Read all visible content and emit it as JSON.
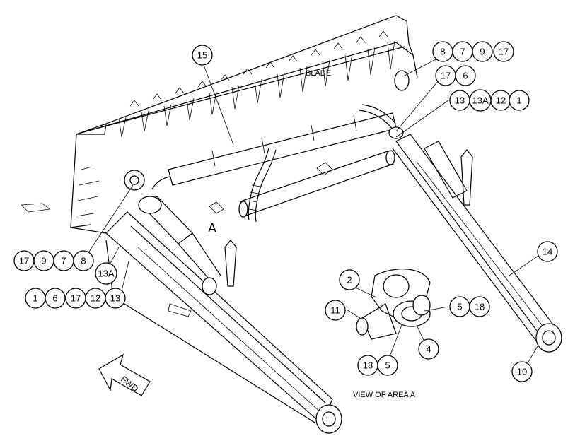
{
  "labels": {
    "blade": "BLADE",
    "view_a": "A",
    "view_caption": "VIEW OF AREA  A",
    "fwd": "FWD"
  },
  "callouts": [
    {
      "id": "c15",
      "text": "15"
    },
    {
      "id": "c8a",
      "text": "8"
    },
    {
      "id": "c7a",
      "text": "7"
    },
    {
      "id": "c9a",
      "text": "9"
    },
    {
      "id": "c17a",
      "text": "17"
    },
    {
      "id": "c17b",
      "text": "17"
    },
    {
      "id": "c6a",
      "text": "6"
    },
    {
      "id": "c13a",
      "text": "13"
    },
    {
      "id": "c13Aa",
      "text": "13A"
    },
    {
      "id": "c12a",
      "text": "12"
    },
    {
      "id": "c1a",
      "text": "1"
    },
    {
      "id": "c14",
      "text": "14"
    },
    {
      "id": "c17c",
      "text": "17"
    },
    {
      "id": "c9b",
      "text": "9"
    },
    {
      "id": "c7b",
      "text": "7"
    },
    {
      "id": "c8b",
      "text": "8"
    },
    {
      "id": "c13Ab",
      "text": "13A"
    },
    {
      "id": "c1b",
      "text": "1"
    },
    {
      "id": "c6b",
      "text": "6"
    },
    {
      "id": "c17d",
      "text": "17"
    },
    {
      "id": "c12b",
      "text": "12"
    },
    {
      "id": "c13b",
      "text": "13"
    },
    {
      "id": "c2",
      "text": "2"
    },
    {
      "id": "c11",
      "text": "11"
    },
    {
      "id": "c5a",
      "text": "5"
    },
    {
      "id": "c18a",
      "text": "18"
    },
    {
      "id": "c4",
      "text": "4"
    },
    {
      "id": "c18b",
      "text": "18"
    },
    {
      "id": "c5b",
      "text": "5"
    },
    {
      "id": "c10",
      "text": "10"
    }
  ]
}
